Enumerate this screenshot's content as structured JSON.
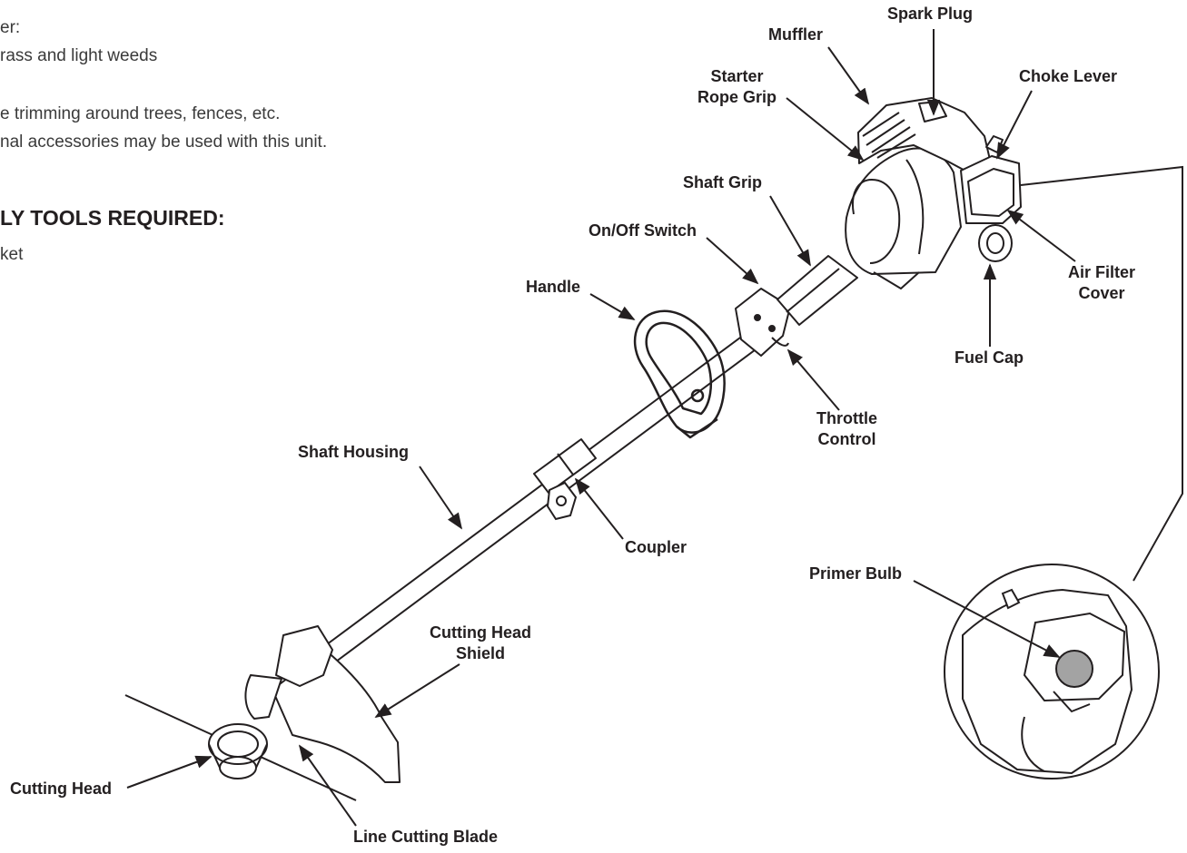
{
  "intro_text": {
    "lines": [
      "er:",
      "rass and light weeds",
      "e trimming around trees, fences, etc.",
      "nal accessories may be used with this unit."
    ],
    "heading": "LY TOOLS REQUIRED:",
    "tool_line": "ket"
  },
  "callouts": {
    "spark_plug": "Spark Plug",
    "muffler": "Muffler",
    "starter_rope_grip": [
      "Starter",
      "Rope Grip"
    ],
    "choke_lever": "Choke Lever",
    "shaft_grip": "Shaft Grip",
    "on_off_switch": "On/Off Switch",
    "handle": "Handle",
    "air_filter_cover": [
      "Air Filter",
      "Cover"
    ],
    "fuel_cap": "Fuel Cap",
    "throttle_control": [
      "Throttle",
      "Control"
    ],
    "shaft_housing": "Shaft Housing",
    "coupler": "Coupler",
    "primer_bulb": "Primer Bulb",
    "cutting_head_shield": [
      "Cutting Head",
      "Shield"
    ],
    "cutting_head": "Cutting Head",
    "line_cutting_blade": "Line Cutting Blade"
  }
}
